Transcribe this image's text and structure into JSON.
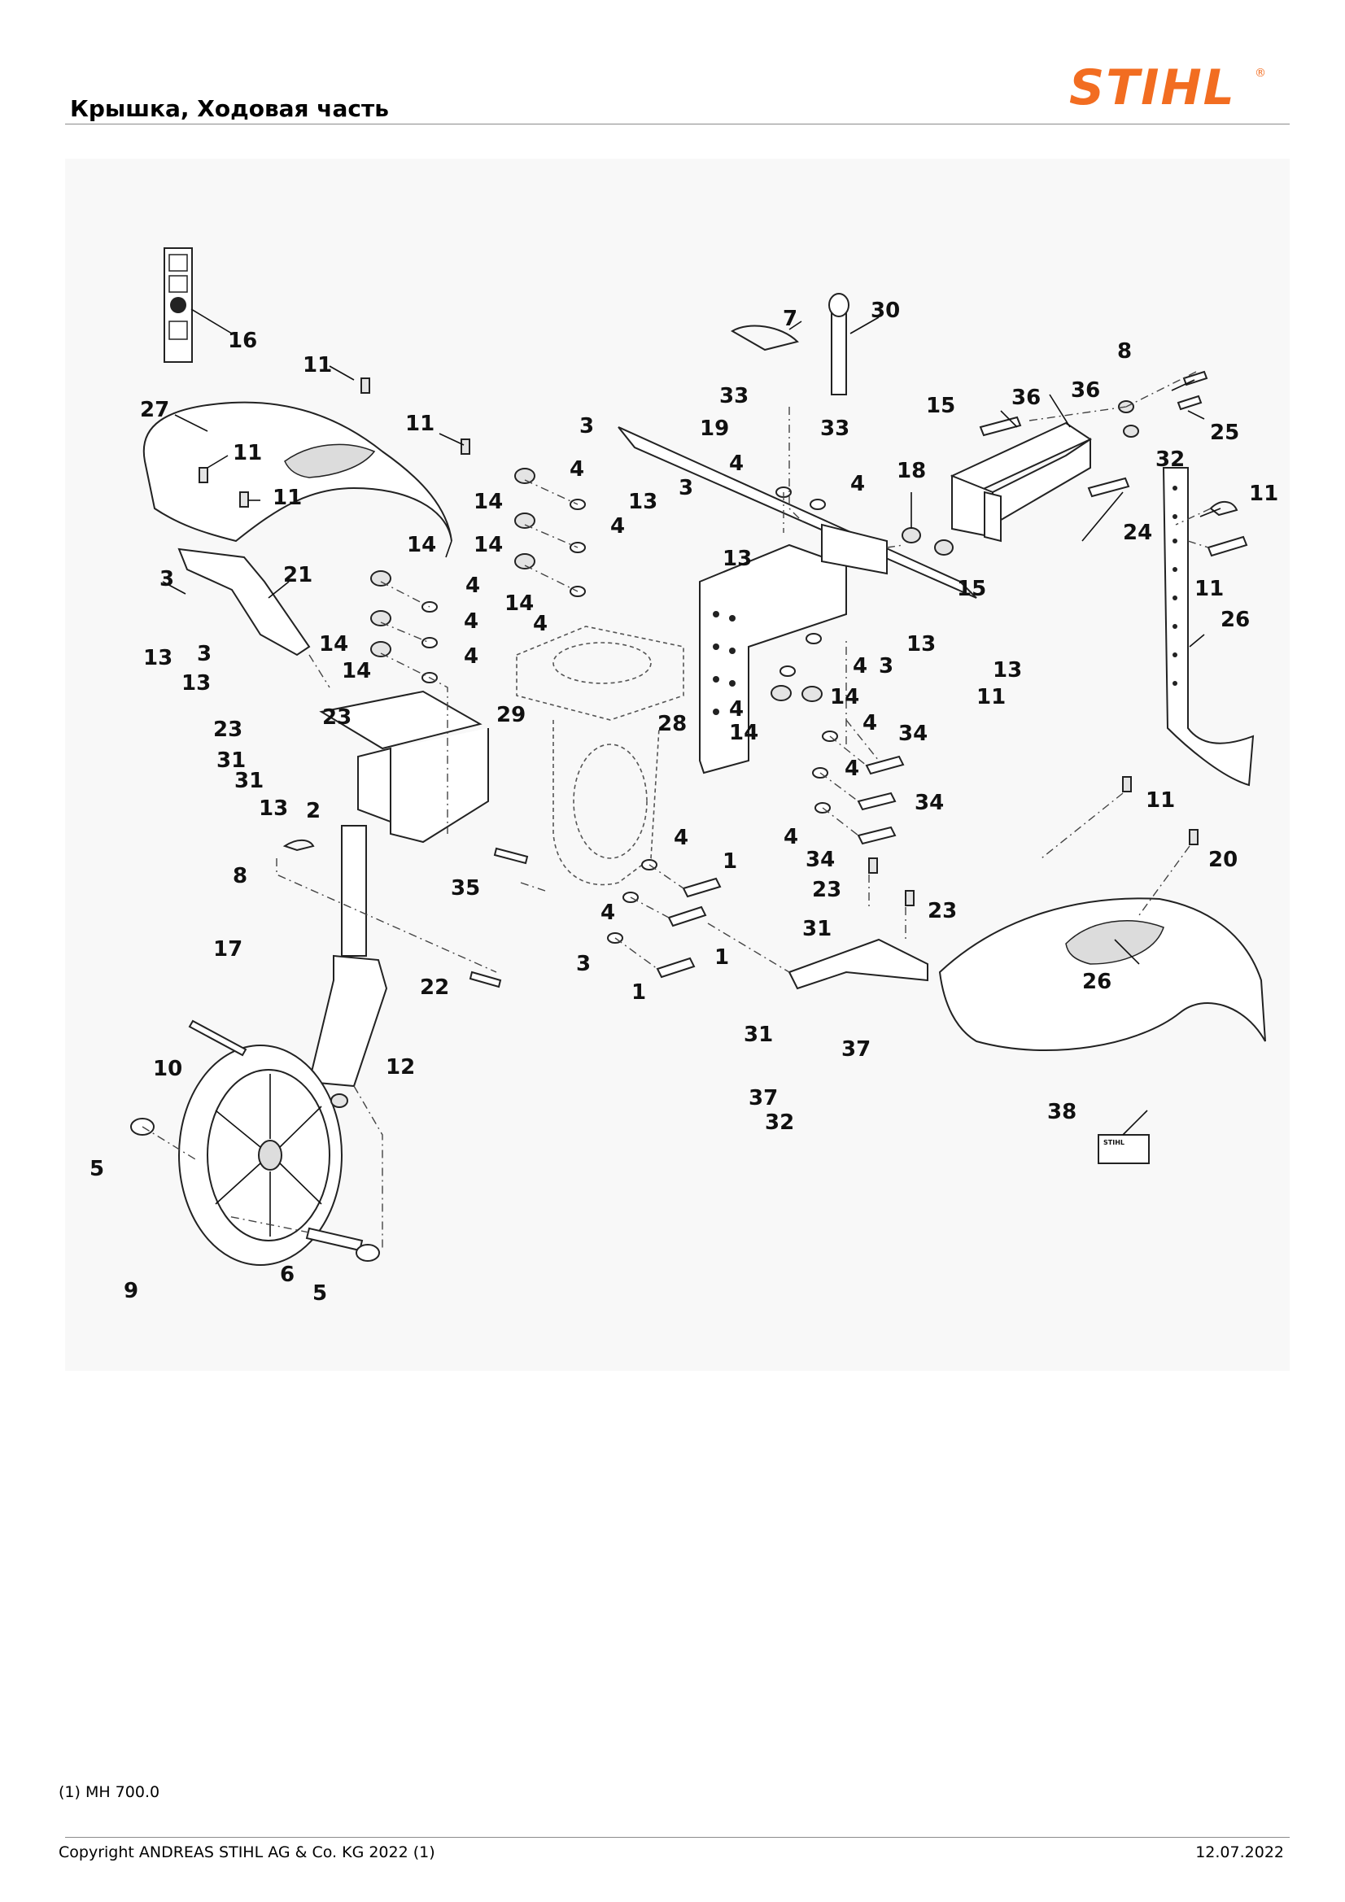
{
  "header": {
    "title": "Крышка, Ходовая часть",
    "brand": "STIHL",
    "brand_mark": "®",
    "brand_color": "#f26d21"
  },
  "diagram": {
    "callouts": [
      "16",
      "11",
      "27",
      "11",
      "11",
      "11",
      "3",
      "21",
      "13",
      "3",
      "13",
      "23",
      "23",
      "31",
      "31",
      "13",
      "2",
      "8",
      "17",
      "10",
      "12",
      "5",
      "9",
      "6",
      "5",
      "22",
      "35",
      "29",
      "14",
      "14",
      "14",
      "14",
      "14",
      "14",
      "4",
      "4",
      "4",
      "4",
      "4",
      "4",
      "7",
      "30",
      "3",
      "19",
      "33",
      "33",
      "13",
      "4",
      "4",
      "3",
      "13",
      "28",
      "4",
      "14",
      "4",
      "14",
      "4",
      "4",
      "34",
      "34",
      "34",
      "4",
      "1",
      "4",
      "1",
      "4",
      "1",
      "3",
      "13",
      "3",
      "13",
      "11",
      "11",
      "20",
      "23",
      "23",
      "31",
      "31",
      "37",
      "37",
      "32",
      "18",
      "15",
      "15",
      "36",
      "36",
      "32",
      "8",
      "25",
      "24",
      "11",
      "11",
      "26",
      "38"
    ],
    "parts_label_text": "STIHL"
  },
  "footer": {
    "note": "(1) MH 700.0",
    "copyright": "Copyright ANDREAS STIHL AG & Co. KG 2022 (1)",
    "date": "12.07.2022"
  }
}
